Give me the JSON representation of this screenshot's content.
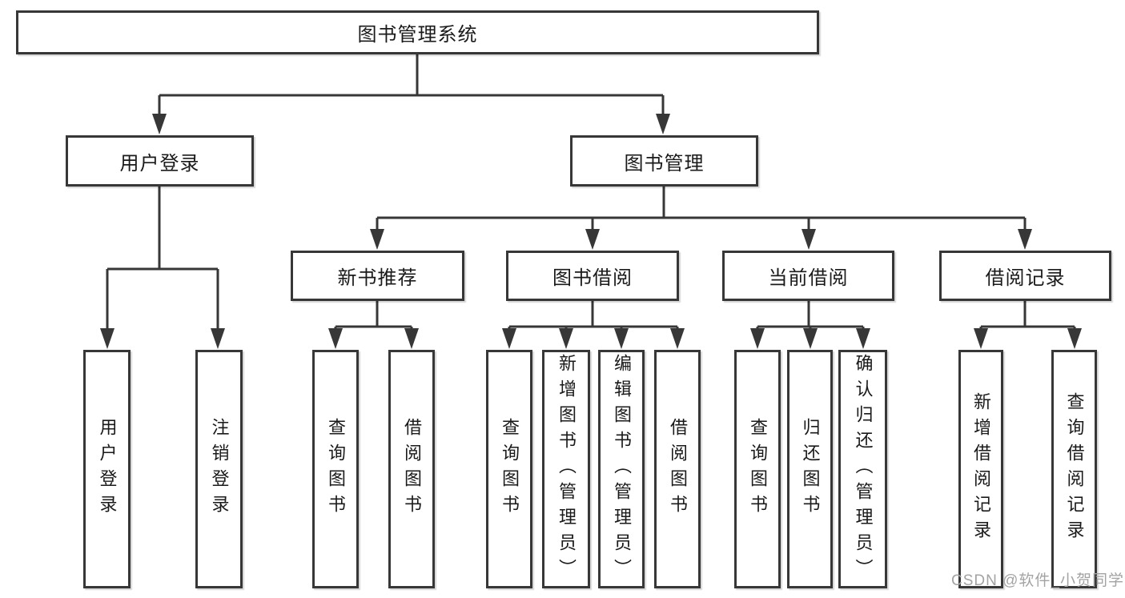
{
  "tree": {
    "root": {
      "label": "图书管理系统",
      "children": [
        {
          "label": "用户登录",
          "children": [
            {
              "label": "用户登录"
            },
            {
              "label": "注销登录"
            }
          ]
        },
        {
          "label": "图书管理",
          "children": [
            {
              "label": "新书推荐",
              "children": [
                {
                  "label": "查询图书"
                },
                {
                  "label": "借阅图书"
                }
              ]
            },
            {
              "label": "图书借阅",
              "children": [
                {
                  "label": "查询图书"
                },
                {
                  "label": "新增图书（管理员）"
                },
                {
                  "label": "编辑图书（管理员）"
                },
                {
                  "label": "借阅图书"
                }
              ]
            },
            {
              "label": "当前借阅",
              "children": [
                {
                  "label": "查询图书"
                },
                {
                  "label": "归还图书"
                },
                {
                  "label": "确认归还（管理员）"
                }
              ]
            },
            {
              "label": "借阅记录",
              "children": [
                {
                  "label": "新增借阅记录"
                },
                {
                  "label": "查询借阅记录"
                }
              ]
            }
          ]
        }
      ]
    }
  },
  "watermark": {
    "text": "CSDN @软件_小贺同学"
  },
  "colors": {
    "line": "#373737",
    "border": "#373737",
    "text": "#1a1a1a",
    "watermark": "#a3a3a3",
    "background": "#ffffff"
  }
}
